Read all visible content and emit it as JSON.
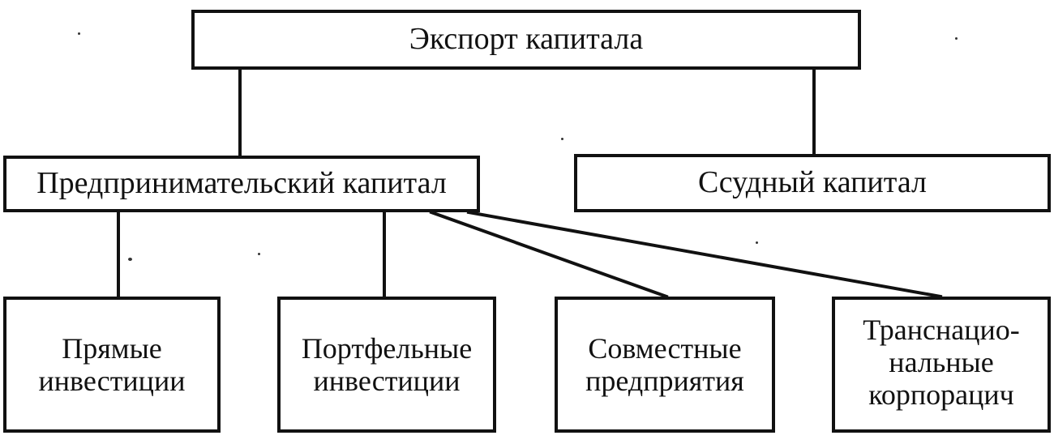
{
  "diagram": {
    "root": {
      "label": "Экспорт капитала"
    },
    "level1": [
      {
        "label": "Предпринимательский капитал"
      },
      {
        "label": "Ссудный капитал"
      }
    ],
    "level2": [
      {
        "lines": [
          "Прямые",
          "инвестиции"
        ]
      },
      {
        "lines": [
          "Портфельные",
          "инвестиции"
        ]
      },
      {
        "lines": [
          "Совместные",
          "предприятия"
        ]
      },
      {
        "lines": [
          "Транснацио-",
          "нальные",
          "корпорацич"
        ]
      }
    ]
  }
}
